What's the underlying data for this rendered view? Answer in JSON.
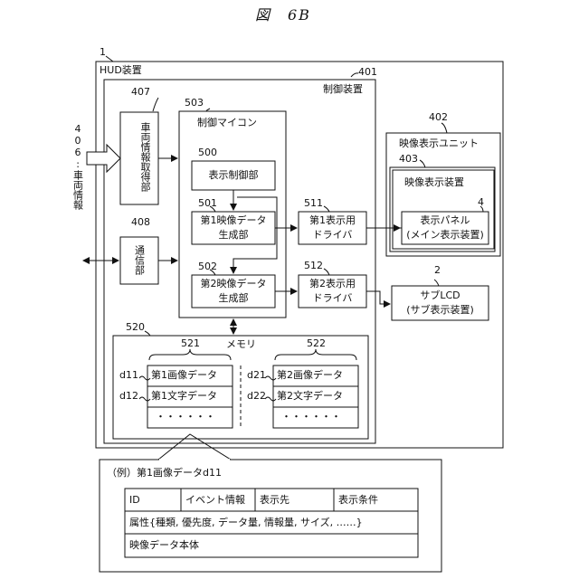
{
  "figure": {
    "title": "図　6B",
    "hud": {
      "ref": "1",
      "label": "HUD装置"
    },
    "control": {
      "ref": "401",
      "label": "制御装置"
    },
    "vehicle_info_acq": {
      "ref": "407",
      "label": "車両情報取得部"
    },
    "vehicle_info": {
      "label": "406:車両情報"
    },
    "comm": {
      "ref": "408",
      "label": "通信部"
    },
    "mcu": {
      "ref": "503",
      "label": "制御マイコン"
    },
    "display_ctrl": {
      "ref": "500",
      "label": "表示制御部"
    },
    "gen1": {
      "ref": "501",
      "line1": "第1映像データ",
      "line2": "生成部"
    },
    "gen2": {
      "ref": "502",
      "line1": "第2映像データ",
      "line2": "生成部"
    },
    "drv1": {
      "ref": "511",
      "line1": "第1表示用",
      "line2": "ドライバ"
    },
    "drv2": {
      "ref": "512",
      "line1": "第2表示用",
      "line2": "ドライバ"
    },
    "video_unit": {
      "ref": "402",
      "label": "映像表示ユニット"
    },
    "video_device": {
      "ref": "403",
      "label": "映像表示装置"
    },
    "panel": {
      "ref": "4",
      "line1": "表示パネル",
      "line2": "(メイン表示装置)"
    },
    "sub_lcd": {
      "ref": "2",
      "line1": "サブLCD",
      "line2": "(サブ表示装置)"
    },
    "memory": {
      "ref": "520",
      "label": "メモリ",
      "group1": {
        "ref": "521",
        "rows": [
          {
            "id": "d11",
            "label": "第1画像データ"
          },
          {
            "id": "d12",
            "label": "第1文字データ"
          },
          {
            "id": "",
            "label": "・・・・・・"
          }
        ]
      },
      "group2": {
        "ref": "522",
        "rows": [
          {
            "id": "d21",
            "label": "第2画像データ"
          },
          {
            "id": "d22",
            "label": "第2文字データ"
          },
          {
            "id": "",
            "label": "・・・・・・"
          }
        ]
      }
    },
    "example": {
      "caption": "（例）第1画像データd11",
      "headers": [
        "ID",
        "イベント情報",
        "表示先",
        "表示条件"
      ],
      "attr_row": "属性{種類, 優先度, データ量, 情報量, サイズ, ……}",
      "body_row": "映像データ本体"
    }
  }
}
